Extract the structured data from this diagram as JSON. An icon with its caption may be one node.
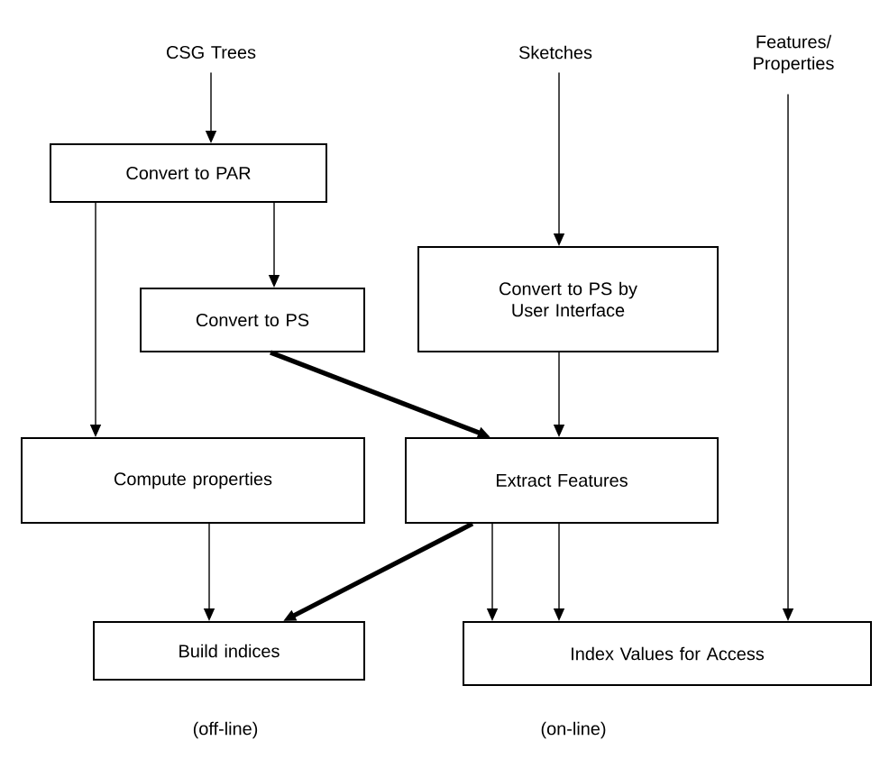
{
  "diagram": {
    "nodes": [
      {
        "text": [
          "CSG Trees"
        ]
      },
      {
        "text": [
          "Sketches"
        ]
      },
      {
        "text": [
          "Features/ Properties"
        ]
      },
      {
        "text": [
          "Convert to PAR"
        ]
      },
      {
        "text": [
          "Convert to PS"
        ]
      },
      {
        "text": [
          "Convert to PS by User Interface"
        ]
      },
      {
        "text": [
          "Compute properties"
        ]
      },
      {
        "text": [
          "Extract Features"
        ]
      },
      {
        "text": [
          "Build indices"
        ]
      },
      {
        "text": [
          "Index Values for Access"
        ]
      }
    ],
    "edges": [
      {
        "from": 0,
        "to": 3,
        "arrow": "to"
      },
      {
        "from": 3,
        "to": 4,
        "arrow": "to"
      },
      {
        "from": 3,
        "to": 6,
        "arrow": "to"
      },
      {
        "from": 1,
        "to": 5,
        "arrow": "to"
      },
      {
        "from": 4,
        "to": 7,
        "arrow": "to",
        "style": "thick"
      },
      {
        "from": 5,
        "to": 7,
        "arrow": "to"
      },
      {
        "from": 2,
        "to": 9,
        "arrow": "to"
      },
      {
        "from": 6,
        "to": 8,
        "arrow": "to"
      },
      {
        "from": 7,
        "to": 8,
        "arrow": "to",
        "style": "thick"
      },
      {
        "from": 7,
        "to": 9,
        "arrow": "to"
      },
      {
        "from": 7,
        "to": 9,
        "arrow": "to"
      }
    ],
    "labels": [
      "(off-line)",
      "(on-line)"
    ]
  }
}
